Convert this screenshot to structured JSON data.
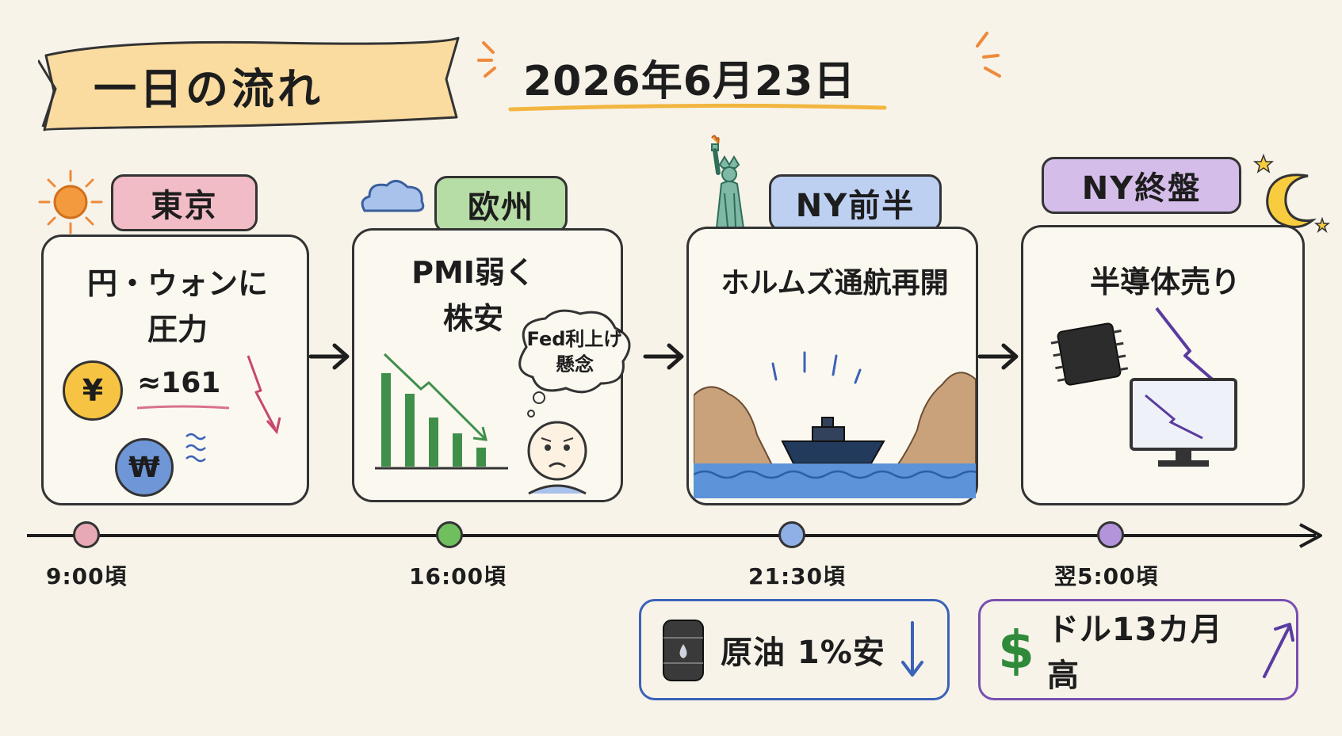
{
  "title": "一日の流れ",
  "date": "2026年6月23日",
  "stages": [
    {
      "label": "東京",
      "text_line1": "円・ウォンに",
      "text_line2": "圧力",
      "time": "9:00頃",
      "color": "#e8a9b4"
    },
    {
      "label": "欧州",
      "text_line1": "PMI弱く",
      "text_line2": "株安",
      "time": "16:00頃",
      "color": "#9fcf8f"
    },
    {
      "label": "NY前半",
      "text_line1": "ホルムズ通航再開",
      "time": "21:30頃",
      "color": "#a9c2ec"
    },
    {
      "label": "NY終盤",
      "text_line1": "半導体売り",
      "time": "翌5:00頃",
      "color": "#c6a9e0"
    }
  ],
  "tokyo_card": {
    "yen_symbol": "¥",
    "won_symbol": "₩",
    "yen_value": "≈161"
  },
  "europe_card": {
    "thought": "Fed利上げ",
    "thought2": "懸念"
  },
  "bottom_boxes": [
    {
      "text": "原油 1%安",
      "color": "#3b62b8",
      "trend": "down"
    },
    {
      "text": "ドル13カ月高",
      "color": "#7a4fb0",
      "trend": "up",
      "symbol": "$"
    }
  ],
  "icons": [
    "sun-icon",
    "cloud-icon",
    "statue-of-liberty-icon",
    "moon-icon"
  ]
}
